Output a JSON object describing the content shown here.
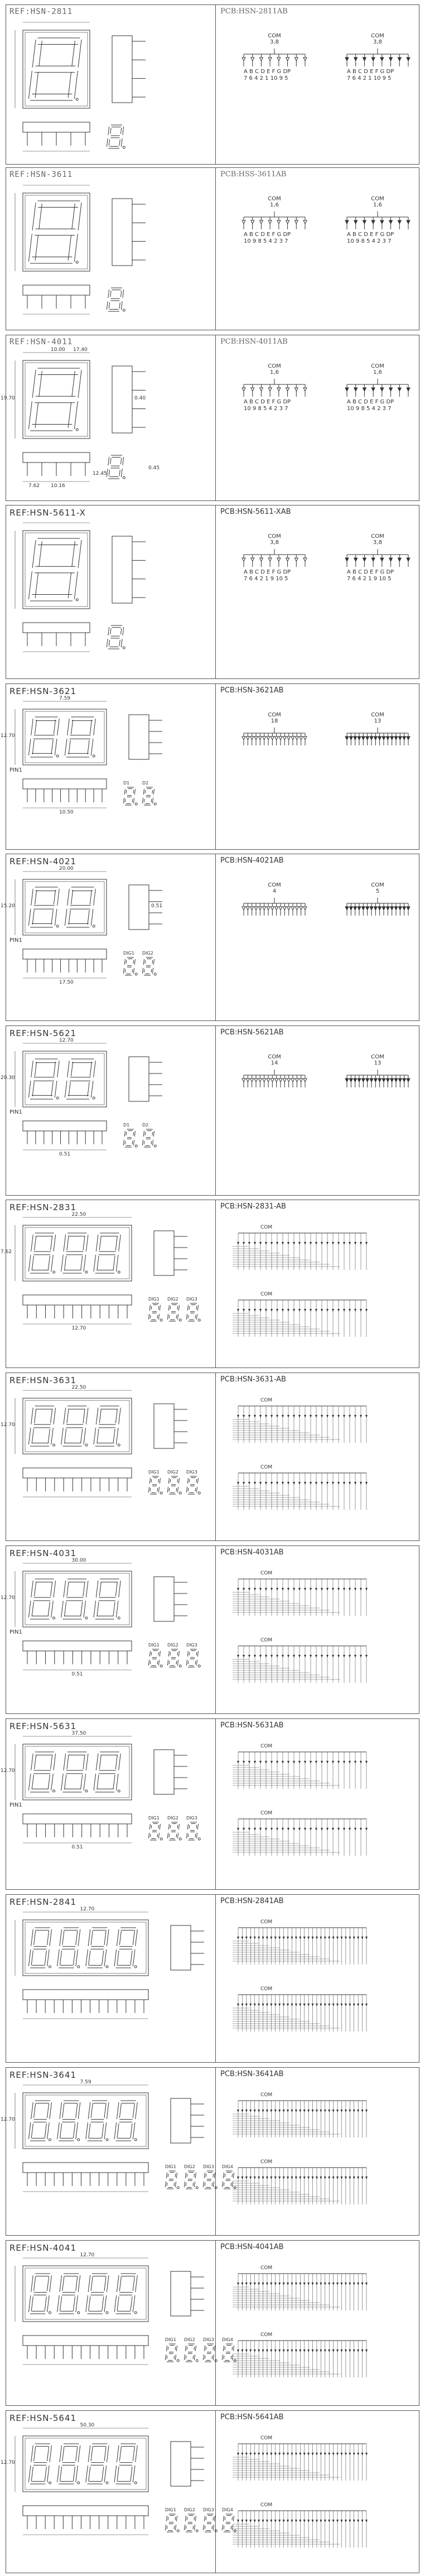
{
  "rows": [
    {
      "ref": "REF:HSN-2811",
      "pcb": "PCB:HSN-2811AB",
      "digits": 1,
      "com": [
        "COM",
        "3,8"
      ],
      "com_b": [
        "COM",
        "3,8"
      ],
      "pins": "7 6 4 2 1 10 9 5",
      "segments": "A B C D E F G DP",
      "style": "thin",
      "pin1_label": "",
      "dims": [],
      "dig_labels": []
    },
    {
      "ref": "REF:HSN-3611",
      "pcb": "PCB:HSS-3611AB",
      "digits": 1,
      "com": [
        "COM",
        "1,6"
      ],
      "com_b": [
        "COM",
        "1,6"
      ],
      "pins": "10 9 8 5 4 2 3 7",
      "segments": "A B C D E F G DP",
      "style": "thin",
      "pin1_label": "",
      "dims": [],
      "dig_labels": []
    },
    {
      "ref": "REF:HSN-4011",
      "pcb": "PCB:HSN-4011AB",
      "digits": 1,
      "com": [
        "COM",
        "1,6"
      ],
      "com_b": [
        "COM",
        "1,6"
      ],
      "pins": "10 9 8 5 4 2 3 7",
      "segments": "A B C D E F G DP",
      "style": "thin",
      "pin1_label": "",
      "dims": [
        "10.00",
        "19.70",
        "10.16",
        "0.40",
        "12.45",
        "17.40",
        "0.45",
        "7.62"
      ],
      "dig_labels": []
    },
    {
      "ref": "REF:HSN-5611-X",
      "pcb": "PCB:HSN-5611-XAB",
      "digits": 1,
      "com": [
        "COM",
        "3,8"
      ],
      "com_b": [
        "COM",
        "3,8"
      ],
      "pins": "7 6 4 2 1 9 10 5",
      "segments": "A B C D E F G DP",
      "style": "plain",
      "pin1_label": "",
      "dims": [],
      "dig_labels": []
    },
    {
      "ref": "REF:HSN-3621",
      "pcb": "PCB:HSN-3621AB",
      "digits": 2,
      "com": [
        "COM",
        "18"
      ],
      "com_b": [
        "COM",
        "13"
      ],
      "pins": "",
      "segments": "",
      "style": "plain",
      "pin1_label": "PIN1",
      "dims": [
        "7.59",
        "12.70",
        "10.50"
      ],
      "dig_labels": [
        "D1",
        "D2"
      ]
    },
    {
      "ref": "REF:HSN-4021",
      "pcb": "PCB:HSN-4021AB",
      "digits": 2,
      "com": [
        "COM",
        "4"
      ],
      "com_b": [
        "COM",
        "5"
      ],
      "pins": "",
      "segments": "",
      "style": "plain",
      "pin1_label": "PIN1",
      "dims": [
        "20.00",
        "15.20",
        "17.50",
        "0.51"
      ],
      "dig_labels": [
        "DIG1",
        "DIG2"
      ]
    },
    {
      "ref": "REF:HSN-5621",
      "pcb": "PCB:HSN-5621AB",
      "digits": 2,
      "com": [
        "COM",
        "14"
      ],
      "com_b": [
        "COM",
        "13"
      ],
      "pins": "",
      "segments": "",
      "style": "plain",
      "pin1_label": "PIN1",
      "dims": [
        "12.70",
        "20.30",
        "0.51"
      ],
      "dig_labels": [
        "D1",
        "D2"
      ]
    },
    {
      "ref": "REF:HSN-2831",
      "pcb": "PCB:HSN-2831-AB",
      "digits": 3,
      "com": [
        "COM"
      ],
      "com_b": [
        "COM"
      ],
      "pins": "",
      "segments": "",
      "style": "plain",
      "pin1_label": "",
      "dims": [
        "22.50",
        "7.62",
        "12.70"
      ],
      "dig_labels": [
        "DIG1",
        "DIG2",
        "DIG3"
      ]
    },
    {
      "ref": "REF:HSN-3631",
      "pcb": "PCB:HSN-3631-AB",
      "digits": 3,
      "com": [
        "COM"
      ],
      "com_b": [
        "COM"
      ],
      "pins": "",
      "segments": "",
      "style": "plain",
      "pin1_label": "",
      "dims": [
        "22.50",
        "12.70"
      ],
      "dig_labels": [
        "DIG1",
        "DIG2",
        "DIG3"
      ]
    },
    {
      "ref": "REF:HSN-4031",
      "pcb": "PCB:HSN-4031AB",
      "digits": 3,
      "com": [
        "COM"
      ],
      "com_b": [
        "COM"
      ],
      "pins": "",
      "segments": "",
      "style": "plain",
      "pin1_label": "PIN1",
      "dims": [
        "30.00",
        "12.70",
        "0.51"
      ],
      "dig_labels": [
        "DIG1",
        "DIG2",
        "DIG3"
      ]
    },
    {
      "ref": "REF:HSN-5631",
      "pcb": "PCB:HSN-5631AB",
      "digits": 3,
      "com": [
        "COM"
      ],
      "com_b": [
        "COM"
      ],
      "pins": "",
      "segments": "",
      "style": "plain",
      "pin1_label": "PIN1",
      "dims": [
        "37.50",
        "12.70",
        "0.51"
      ],
      "dig_labels": [
        "DIG1",
        "DIG2",
        "DIG3"
      ]
    },
    {
      "ref": "REF:HSN-2841",
      "pcb": "PCB:HSN-2841AB",
      "digits": 4,
      "com": [
        "COM"
      ],
      "com_b": [
        "COM"
      ],
      "pins": "",
      "segments": "",
      "style": "plain",
      "pin1_label": "",
      "dims": [
        "12.70"
      ],
      "dig_labels": []
    },
    {
      "ref": "REF:HSN-3641",
      "pcb": "PCB:HSN-3641AB",
      "digits": 4,
      "com": [
        "COM"
      ],
      "com_b": [
        "COM"
      ],
      "pins": "",
      "segments": "",
      "style": "plain",
      "pin1_label": "",
      "dims": [
        "7.59",
        "12.70"
      ],
      "dig_labels": [
        "DIG1",
        "DIG2",
        "DIG3",
        "DIG4"
      ]
    },
    {
      "ref": "REF:HSN-4041",
      "pcb": "PCB:HSN-4041AB",
      "digits": 4,
      "com": [
        "COM"
      ],
      "com_b": [
        "COM"
      ],
      "pins": "",
      "segments": "",
      "style": "plain",
      "pin1_label": "",
      "dims": [
        "12.70"
      ],
      "dig_labels": [
        "DIG1",
        "DIG2",
        "DIG3",
        "DIG4"
      ]
    },
    {
      "ref": "REF:HSN-5641",
      "pcb": "PCB:HSN-5641AB",
      "digits": 4,
      "com": [
        "COM"
      ],
      "com_b": [
        "COM"
      ],
      "pins": "",
      "segments": "",
      "style": "plain",
      "pin1_label": "",
      "dims": [
        "50.30",
        "12.70"
      ],
      "dig_labels": [
        "DIG1",
        "DIG2",
        "DIG3",
        "DIG4"
      ]
    }
  ],
  "colors": {
    "line": "#333333",
    "border": "#555555",
    "text": "#333333",
    "faint": "#666666"
  }
}
